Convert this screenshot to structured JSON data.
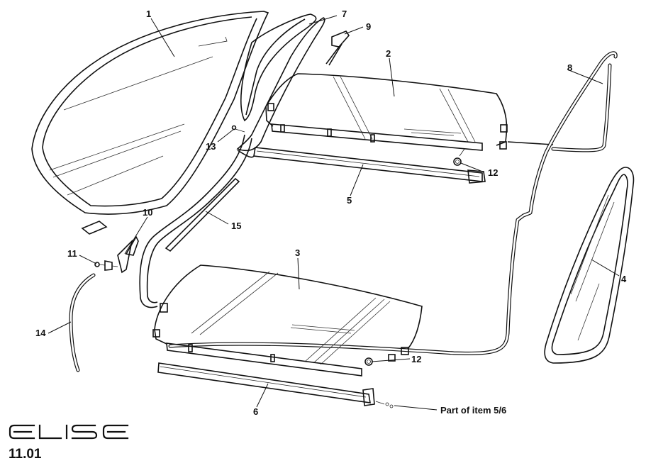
{
  "callouts": [
    {
      "id": "1",
      "text": "1"
    },
    {
      "id": "2",
      "text": "2"
    },
    {
      "id": "3",
      "text": "3"
    },
    {
      "id": "4",
      "text": "4"
    },
    {
      "id": "5",
      "text": "5"
    },
    {
      "id": "6",
      "text": "6"
    },
    {
      "id": "7",
      "text": "7"
    },
    {
      "id": "8",
      "text": "8"
    },
    {
      "id": "9",
      "text": "9"
    },
    {
      "id": "10",
      "text": "10"
    },
    {
      "id": "11",
      "text": "11"
    },
    {
      "id": "12a",
      "text": "12"
    },
    {
      "id": "12b",
      "text": "12"
    },
    {
      "id": "13",
      "text": "13"
    },
    {
      "id": "14",
      "text": "14"
    },
    {
      "id": "15",
      "text": "15"
    }
  ],
  "note": "Part of item 5/6",
  "brand": "ELISE",
  "page_number": "11.01"
}
